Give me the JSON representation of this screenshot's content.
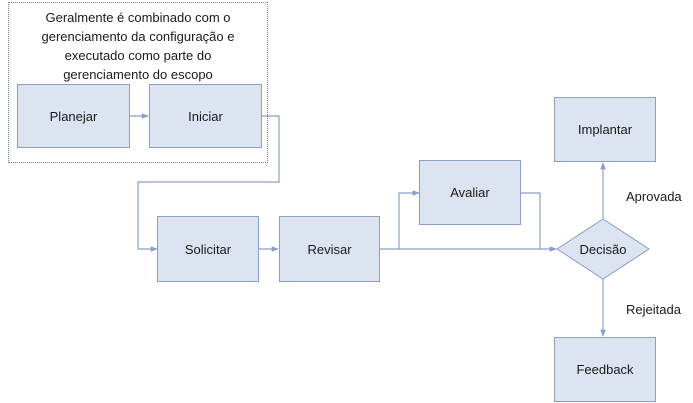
{
  "group": {
    "note": "Geralmente é combinado com o\ngerenciamento da configuração e\nexecutado como parte do\ngerenciamento do escopo"
  },
  "nodes": {
    "planejar": "Planejar",
    "iniciar": "Iniciar",
    "solicitar": "Solicitar",
    "revisar": "Revisar",
    "avaliar": "Avaliar",
    "decisao": "Decisão",
    "implantar": "Implantar",
    "feedback": "Feedback"
  },
  "edges": {
    "aprovada": "Aprovada",
    "rejeitada": "Rejeitada"
  },
  "colors": {
    "box_fill": "#dce3f1",
    "box_border": "#8b9fc5",
    "connector": "#8b9fc5",
    "group_border": "#6b7fa3"
  }
}
